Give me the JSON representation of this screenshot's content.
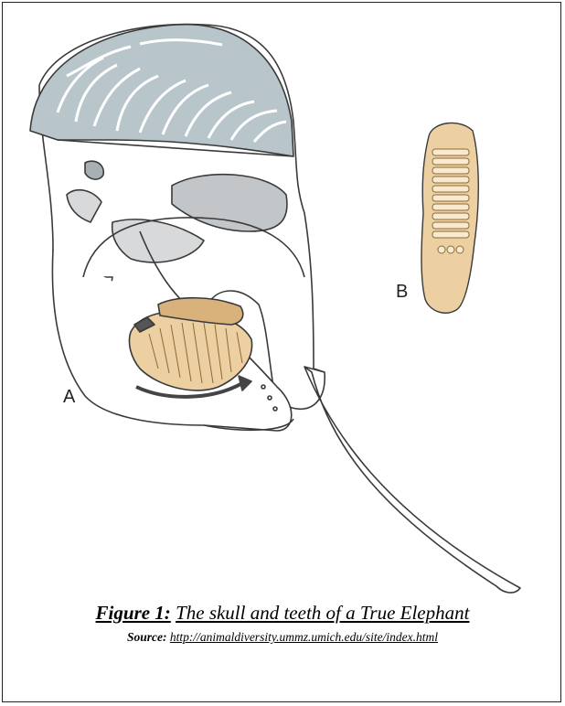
{
  "figure": {
    "label_a": "A",
    "label_b": "B",
    "caption": {
      "figure_label": "Figure 1:",
      "title": "The skull and teeth of a True Elephant",
      "source_label": "Source:",
      "source_url": "http://animaldiversity.ummz.umich.edu/site/index.html"
    }
  },
  "colors": {
    "brain": "#b8c6cc",
    "tooth": "#ecd0a2",
    "tooth_dark": "#d8b27a",
    "shadow": "#c3c6c8",
    "outline": "#3a3a3a"
  },
  "icons": [
    "skull-drawing",
    "molar-tooth-drawing",
    "arrow-icon"
  ]
}
